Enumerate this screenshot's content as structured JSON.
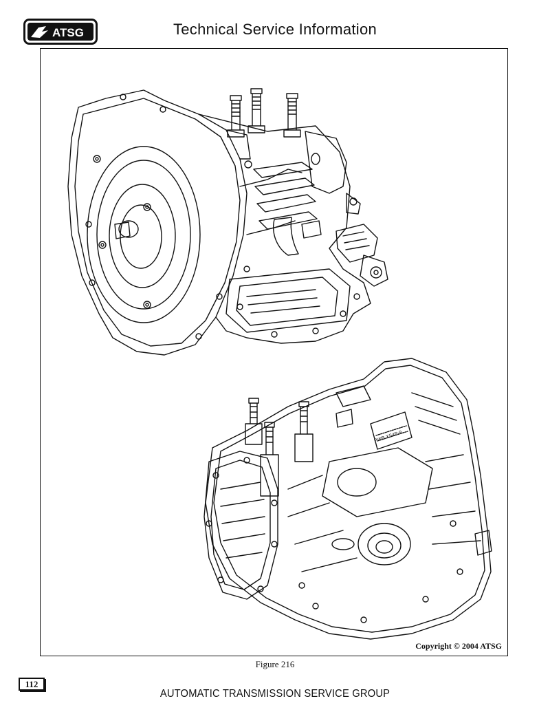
{
  "header": {
    "logo_text": "ATSG",
    "title": "Technical Service Information"
  },
  "figure": {
    "copyright": "Copyright © 2004 ATSG",
    "caption": "Figure 216",
    "label_text": "PWB XS4P-9"
  },
  "footer": {
    "page_number": "112",
    "organization": "AUTOMATIC TRANSMISSION SERVICE GROUP"
  }
}
